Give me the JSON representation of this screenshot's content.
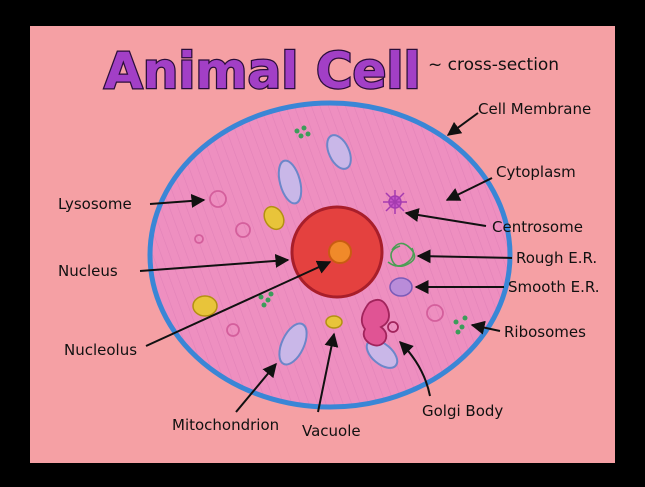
{
  "title": "Animal Cell",
  "subtitle": "~ cross-section",
  "labels": {
    "cell_membrane": "Cell Membrane",
    "cytoplasm": "Cytoplasm",
    "lysosome": "Lysosome",
    "centrosome": "Centrosome",
    "rough_er": "Rough E.R.",
    "nucleus": "Nucleus",
    "smooth_er": "Smooth E.R.",
    "ribosomes": "Ribosomes",
    "nucleolus": "Nucleolus",
    "mitochondrion": "Mitochondrion",
    "vacuole": "Vacuole",
    "golgi_body": "Golgi Body"
  },
  "colors": {
    "background": "#000000",
    "paper": "#f5a0a4",
    "cytoplasm": "#ee8fc0",
    "membrane": "#3a86d6",
    "nucleus": "#e4413f",
    "nucleolus": "#f08a2a",
    "title_fill": "#a23fc6",
    "mitochondria": "#8aa6dc",
    "vacuole": "#e8c43a",
    "golgi": "#e05494",
    "ribosome": "#3c9c5a"
  }
}
